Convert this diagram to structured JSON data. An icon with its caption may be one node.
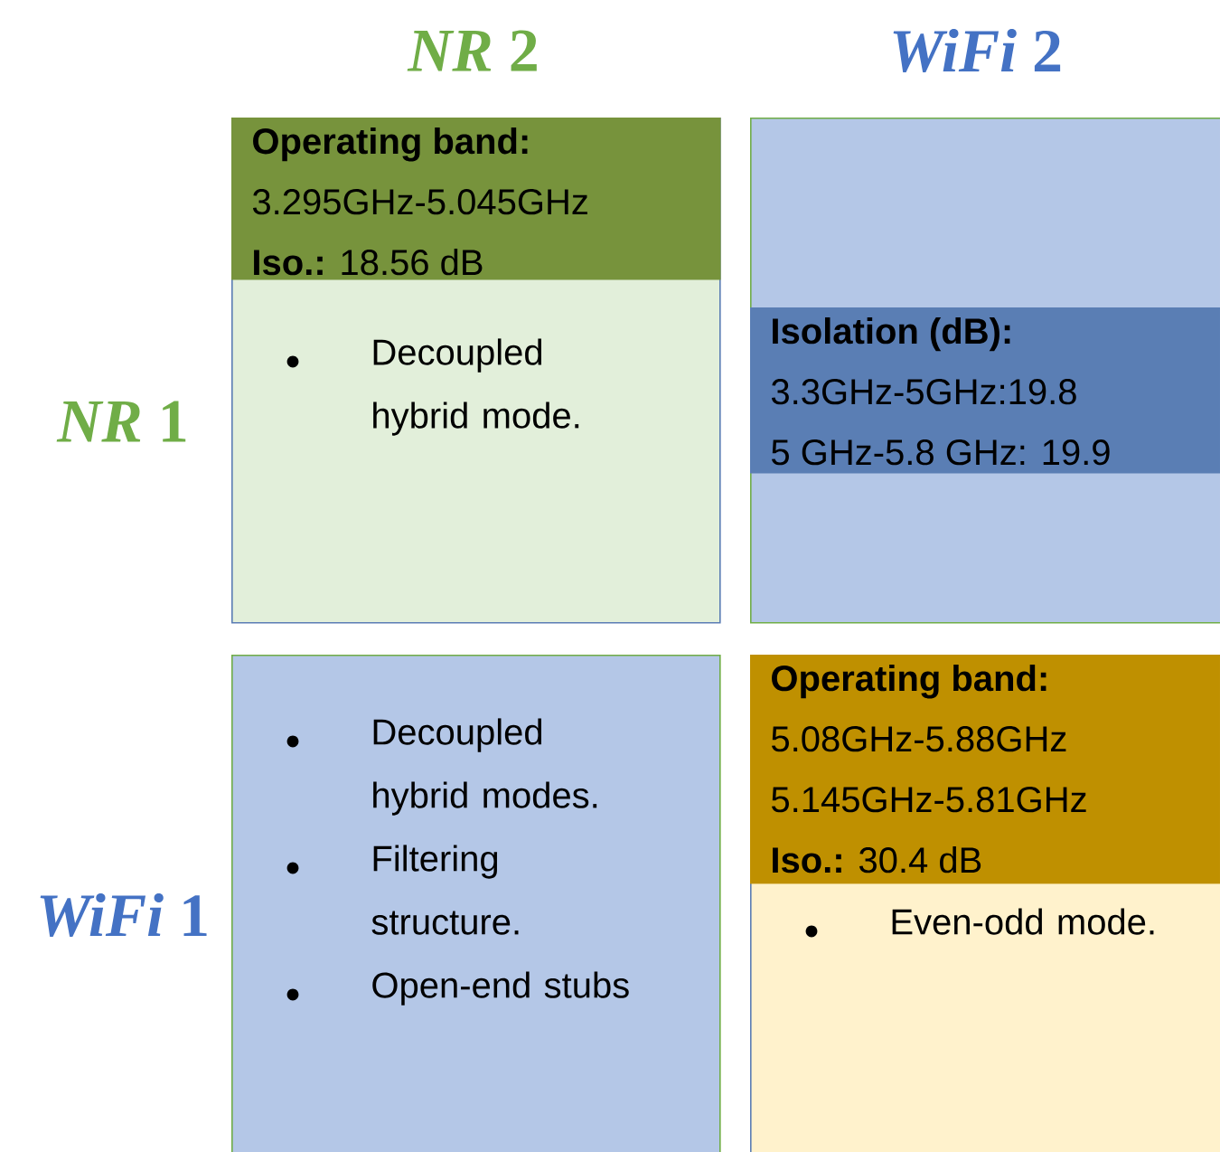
{
  "diagram": {
    "nodes": [
      {
        "text": [
          "Decoupled hybrid mode."
        ]
      },
      {
        "text": [
          "Operating band:",
          "3.295GHz-5.045GHz",
          "**Iso.:** 18.56 dB"
        ],
        "in": 0
      },
      {
        "text": [],
        "shape": "box"
      },
      {
        "text": [
          "Isolation (dB):",
          "3.3GHz-5GHz:19.8",
          "5 GHz-5.8 GHz: 19.9"
        ],
        "in": 2
      },
      {
        "text": [
          "Decoupled hybrid modes.",
          "Filtering structure.",
          "Open-end stubs"
        ]
      },
      {
        "text": [
          "Even-odd mode."
        ]
      },
      {
        "text": [
          "Operating band:",
          "5.08GHz-5.88GHz",
          "5.145GHz-5.81GHz",
          "**Iso.:** 30.4 dB"
        ],
        "in": 5
      }
    ],
    "labels": [
      "*NR* 2",
      "*WiFi* 2",
      "*NR* 1",
      "*WiFi* 1"
    ]
  }
}
